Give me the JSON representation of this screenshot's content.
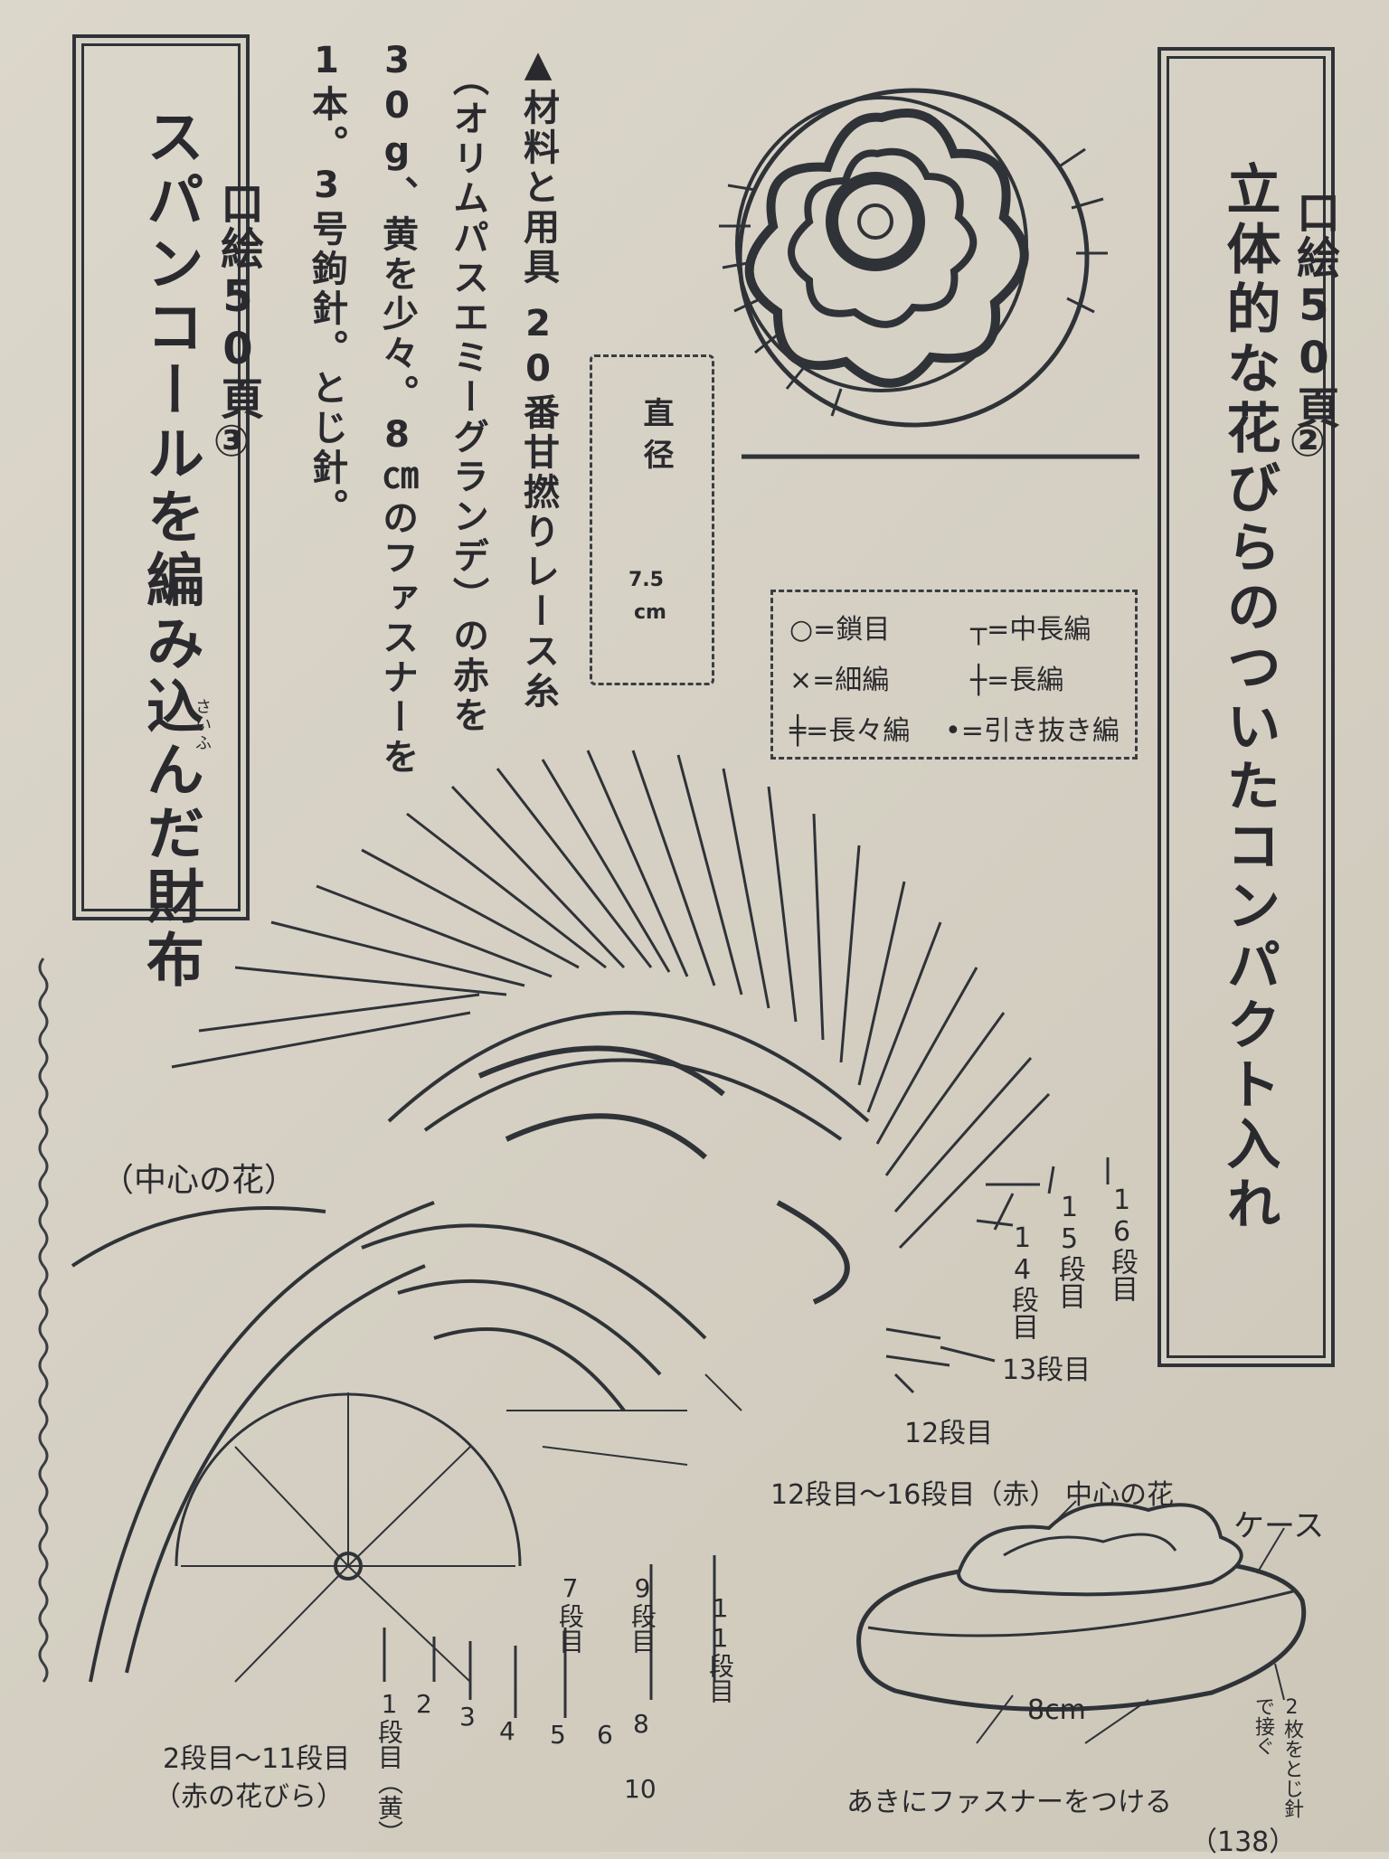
{
  "left_article": {
    "badge": "口絵50頁",
    "number": "③",
    "title": "スパンコールを編み込んだ財布",
    "ruby": "さいふ"
  },
  "right_article": {
    "badge": "口絵50頁",
    "number": "②",
    "title": "立体的な花びらのついたコンパクト入れ"
  },
  "materials": {
    "heading": "▲材料と用具",
    "col1": "20番甘撚りレース糸",
    "col2": "（オリムパスエミーグランデ）の赤を",
    "col3": "30g、黄を少々。8㎝のファスナーを",
    "col4": "1本。3号鉤針。とじ針。"
  },
  "diameter": {
    "label": "直径",
    "value": "7.5",
    "unit": "cm"
  },
  "legend": {
    "chain": "○=鎖目",
    "single": "×=細編",
    "dtr": "=長々編",
    "hdc": "=中長編",
    "dc": "=長編",
    "slip": "•=引き抜き編"
  },
  "diagram_labels": {
    "center_flower": "（中心の花）",
    "rows_red_petals": "2段目〜11段目",
    "red_petals": "（赤の花びら）",
    "row1": "1段目（黄）",
    "row2": "2",
    "row3": "3",
    "row4": "4",
    "row5": "5",
    "row6": "6",
    "row7": "7段目",
    "row8": "8",
    "row9": "9段目",
    "row10": "10",
    "row11": "11段目",
    "row12": "12段目",
    "row13": "13段目",
    "row14": "14段目",
    "row15": "15段目",
    "row16": "16段目",
    "rows_red_outer": "12段目〜16段目（赤）"
  },
  "case_labels": {
    "center_flower": "中心の花",
    "case": "ケース",
    "width": "8cm",
    "join": "2枚をとじ針で接ぐ",
    "zipper": "あきにファスナーをつける"
  },
  "page_number": "（138）"
}
